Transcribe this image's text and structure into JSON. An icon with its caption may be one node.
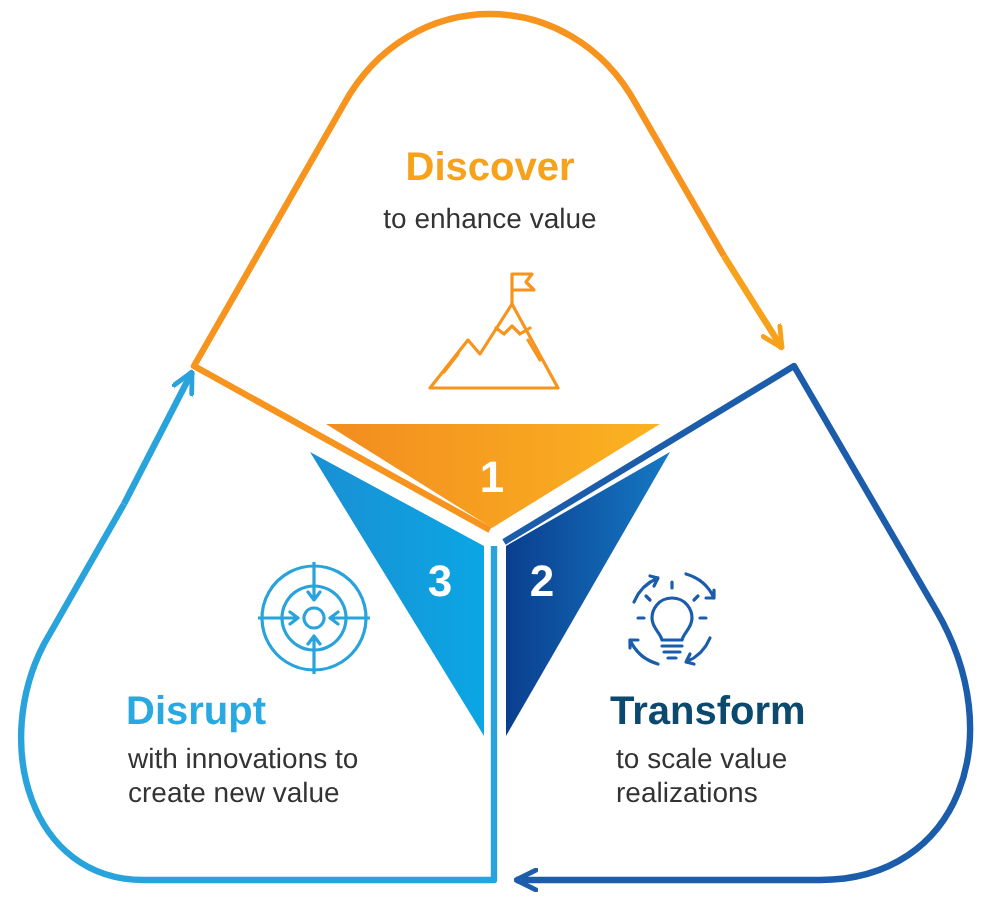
{
  "diagram": {
    "nodes": [
      {
        "text": [
          "Discover",
          "to enhance value"
        ]
      },
      {
        "text": [
          "Transform",
          "to scale value realizations"
        ]
      },
      {
        "text": [
          "Disrupt",
          "with innovations to create new value"
        ]
      },
      {
        "text": [
          "1"
        ],
        "in": 0
      },
      {
        "text": [
          "2"
        ],
        "in": 1
      },
      {
        "text": [
          "3"
        ],
        "in": 2
      }
    ],
    "edges": [
      {
        "from": 0,
        "to": 1,
        "arrow": "to",
        "color": "#f7a21b"
      },
      {
        "from": 1,
        "to": 2,
        "arrow": "to",
        "color": "#1b5cab"
      },
      {
        "from": 2,
        "to": 0,
        "arrow": "to",
        "color": "#29a3dc"
      }
    ]
  }
}
